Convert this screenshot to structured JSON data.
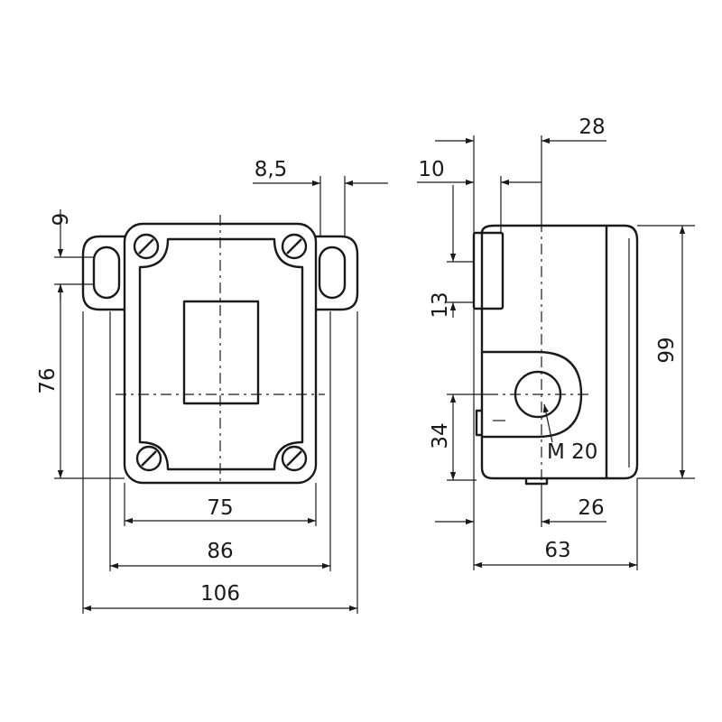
{
  "dimensions": {
    "w75": "75",
    "w86": "86",
    "w106": "106",
    "h76": "76",
    "h9": "9",
    "d8_5": "8,5",
    "d10": "10",
    "d28": "28",
    "d13": "13",
    "d99": "99",
    "d34": "34",
    "d26": "26",
    "d63": "63",
    "thread": "M 20"
  }
}
